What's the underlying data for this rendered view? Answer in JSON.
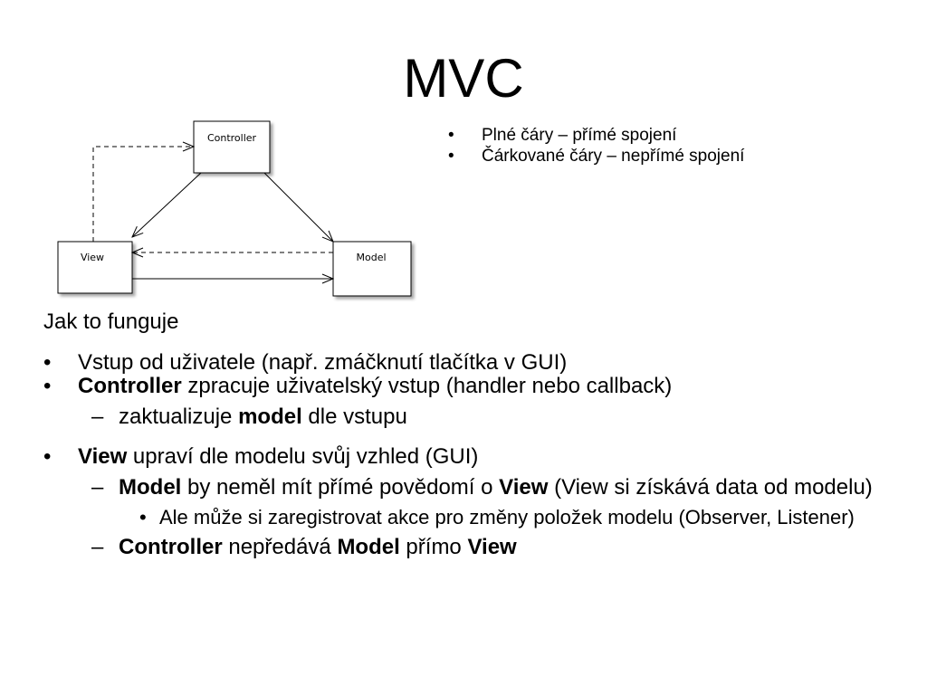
{
  "slide": {
    "title": "MVC"
  },
  "diagram": {
    "controller_label": "Controller",
    "view_label": "View",
    "model_label": "Model"
  },
  "legend": {
    "items": [
      "Plné čáry – přímé spojení",
      "Čárkované čáry – nepřímé spojení"
    ]
  },
  "section": {
    "heading": "Jak to funguje"
  },
  "content": {
    "b1": {
      "text": "Vstup od uživatele (např. zmáčknutí tlačítka v GUI)"
    },
    "b2": {
      "bold": "Controller",
      "rest": " zpracuje uživatelský vstup (handler nebo callback)"
    },
    "b2_sub": {
      "pre": "zaktualizuje ",
      "bold": "model",
      "post": " dle vstupu"
    },
    "b3": {
      "bold": "View",
      "rest": " upraví dle modelu svůj vzhled (GUI)"
    },
    "b3_sub1": {
      "bold1": "Model",
      "mid": " by neměl mít přímé povědomí o ",
      "bold2": "View",
      "post": " (View si získává data od modelu)"
    },
    "b3_sub1_sub": {
      "text": "Ale může si zaregistrovat akce pro změny položek modelu (Observer, Listener)"
    },
    "b3_sub2": {
      "bold1": "Controller",
      "mid": " nepředává ",
      "bold2": "Model",
      "mid2": " přímo ",
      "bold3": "View"
    }
  }
}
